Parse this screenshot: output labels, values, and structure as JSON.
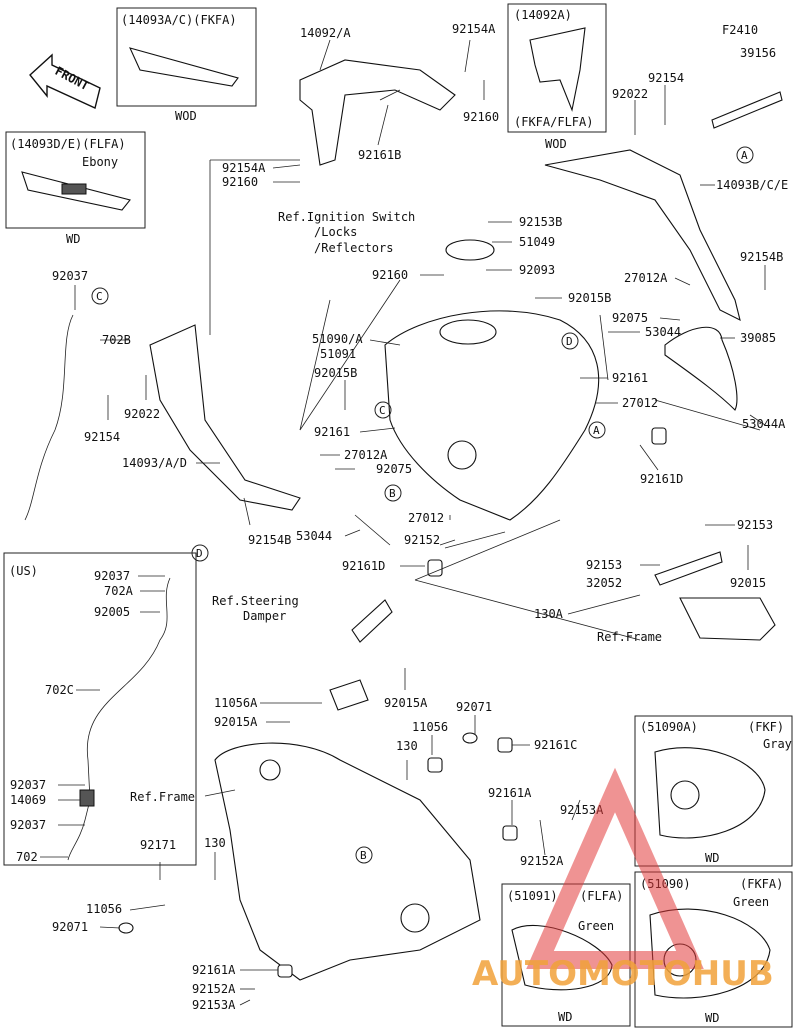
{
  "front_label": "FRONT",
  "boxes": {
    "fkfa_cover": {
      "title": "(14093A/C)(FKFA)",
      "footer": "WOD"
    },
    "flfa_cover": {
      "title": "(14093D/E)(FLFA)",
      "sub": "Ebony",
      "footer": "WD"
    },
    "cover_14092a": {
      "title": "(14092A)",
      "sub": "(FKFA/FLFA)",
      "footer": "WOD"
    },
    "us": {
      "title": "(US)"
    },
    "tank_51090a": {
      "title": "(51090A)",
      "variant": "(FKF)",
      "color": "Gray",
      "footer": "WD"
    },
    "tank_51091": {
      "title": "(51091)",
      "variant": "(FLFA)",
      "color": "Green",
      "footer": "WD"
    },
    "tank_51090": {
      "title": "(51090)",
      "variant": "(FKFA)",
      "color": "Green",
      "footer": "WD"
    }
  },
  "refs": {
    "ignition": [
      "Ref.Ignition Switch",
      "/Locks",
      "/Reflectors"
    ],
    "steering": [
      "Ref.Steering",
      "Damper"
    ],
    "frame_upper": "Ref.Frame",
    "frame_lower": "Ref.Frame"
  },
  "callouts": [
    "A",
    "B",
    "C",
    "D"
  ],
  "labels": {
    "l14092A": "14092/A",
    "l92154A_top": "92154A",
    "l92160_top": "92160",
    "l92161B": "92161B",
    "l92154A_mid": "92154A",
    "l92160_mid": "92160",
    "l92153B": "92153B",
    "l51049": "51049",
    "l92093": "92093",
    "l92160_c": "92160",
    "lF2410": "F2410",
    "l39156": "39156",
    "l92154_r": "92154",
    "l92022_r": "92022",
    "l14093BCE": "14093B/C/E",
    "l92154B_r": "92154B",
    "l27012A_r": "27012A",
    "l92015B_r": "92015B",
    "l92075_r": "92075",
    "l53044_r": "53044",
    "l39085": "39085",
    "l51090A": "51090/A",
    "l51091": "51091",
    "l92015B_l": "92015B",
    "l92161_r": "92161",
    "l27012_r": "27012",
    "l53044A": "53044A",
    "l92161_c": "92161",
    "l92037_l": "92037",
    "l702B": "702B",
    "l92022_l": "92022",
    "l92154_l": "92154",
    "l14093AD": "14093/A/D",
    "l27012A_l": "27012A",
    "l92075_l": "92075",
    "l92154B_l": "92154B",
    "l92161D_r": "92161D",
    "l27012_b": "27012",
    "l53044_b": "53044",
    "l92152": "92152",
    "l92161D_b": "92161D",
    "l92153_r": "92153",
    "l92153_m": "92153",
    "l32052": "32052",
    "l92015": "92015",
    "l130A": "130A",
    "l92037_u1": "92037",
    "l702A": "702A",
    "l92005": "92005",
    "l702C": "702C",
    "l92037_u2": "92037",
    "l14069": "14069",
    "l92037_u3": "92037",
    "l702": "702",
    "l11056A": "11056A",
    "l92015A_l": "92015A",
    "l92015A_r": "92015A",
    "l92071_t": "92071",
    "l11056_t": "11056",
    "l130_t": "130",
    "l92161C": "92161C",
    "l92161A_r": "92161A",
    "l92153A_r": "92153A",
    "l92152A_r": "92152A",
    "l92171": "92171",
    "l130_l": "130",
    "l11056_l": "11056",
    "l92071_l": "92071",
    "l92161A_b": "92161A",
    "l92152A_b": "92152A",
    "l92153A_b": "92153A"
  },
  "watermark": "AUTOMOTOHUB"
}
